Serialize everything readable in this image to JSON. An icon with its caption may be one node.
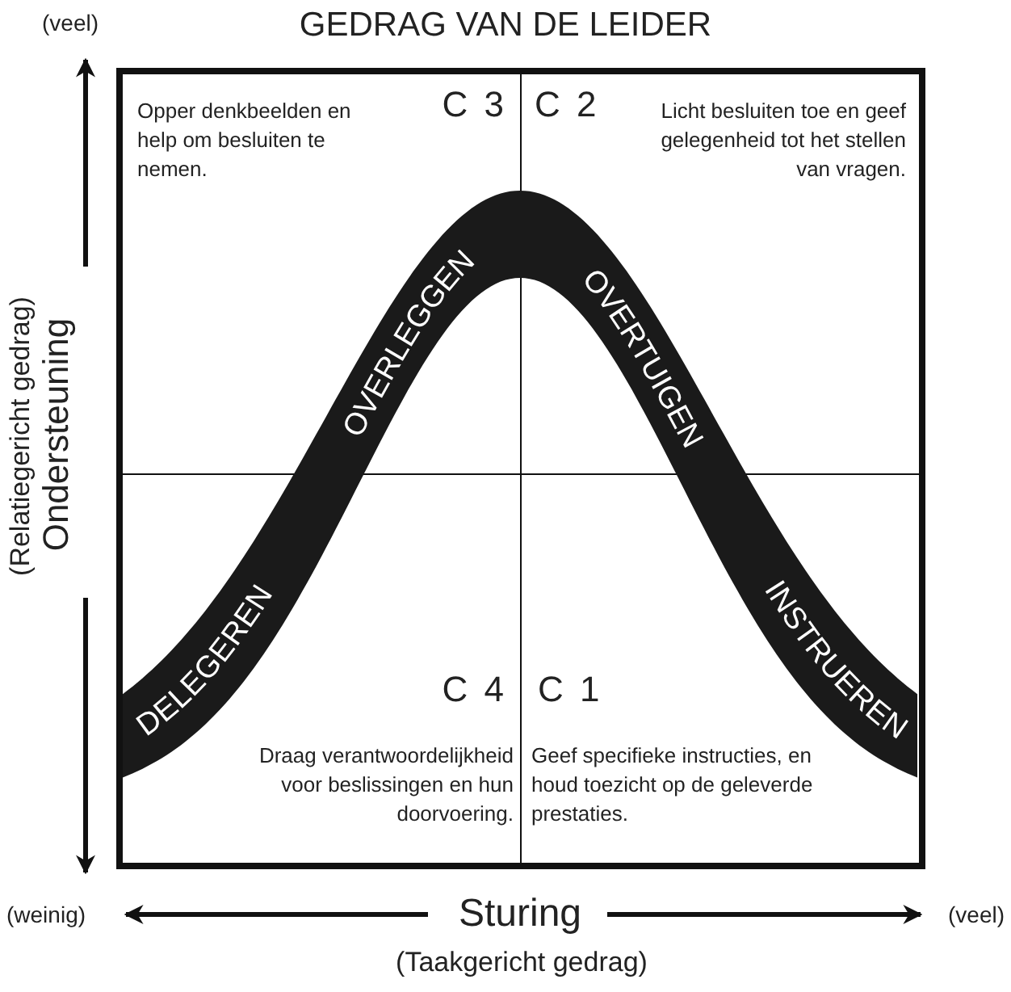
{
  "diagram": {
    "title": "GEDRAG VAN DE LEIDER",
    "nodes": [
      {
        "text": [
          "C 3",
          "Opper denkbeelden en help om besluiten te nemen."
        ]
      },
      {
        "text": [
          "C 2",
          "Licht besluiten toe en geef gelegenheid tot het stellen van vragen."
        ]
      },
      {
        "text": [
          "C 4",
          "Draag verantwoordelijkheid voor beslissingen en hun doorvoering."
        ]
      },
      {
        "text": [
          "C 1",
          "Geef specifieke instructies, en houd toezicht op de geleverde prestaties."
        ]
      }
    ],
    "labels": [
      "(veel)",
      "OVERLEGGEN",
      "OVERTUIGEN",
      "(Relatiegericht gedrag)",
      "Ondersteuning",
      "DELEGEREN",
      "INSTRUEREN",
      "(weinig)",
      "Sturing",
      "(veel)",
      "(Taakgericht gedrag)"
    ]
  }
}
